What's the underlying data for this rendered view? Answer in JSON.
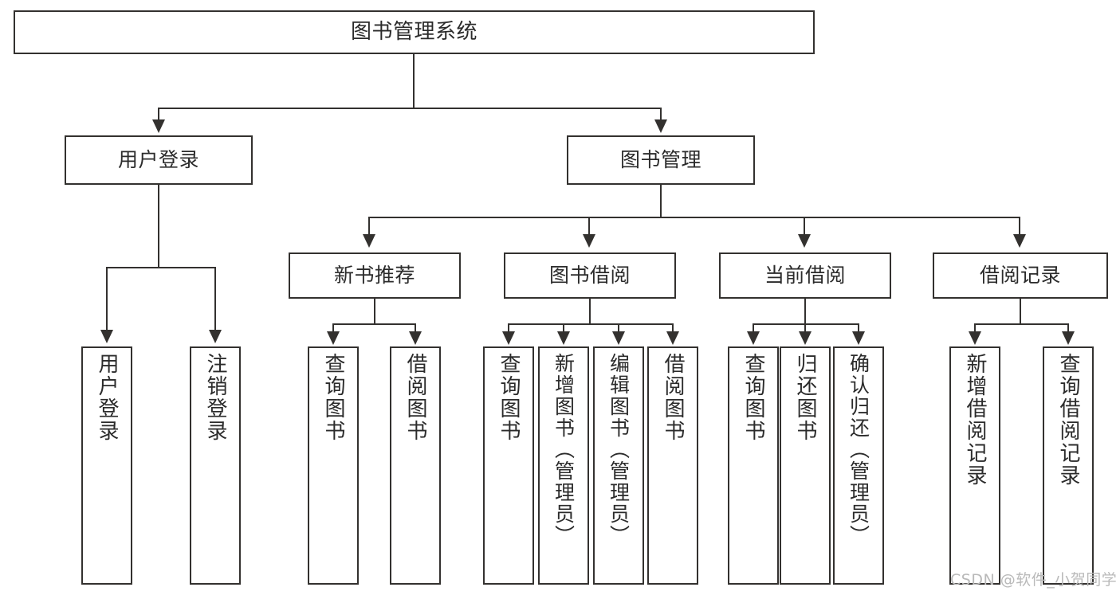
{
  "diagram": {
    "type": "tree-hierarchy-chart",
    "title": "图书管理系统",
    "colors": {
      "box_border": "#33312f",
      "box_fill": "#ffffff",
      "line": "#33312f",
      "text": "#2b2b2b",
      "watermark": "#b9b9b9",
      "background": "#ffffff"
    },
    "root": {
      "label": "图书管理系统"
    },
    "level2": [
      {
        "label": "用户登录"
      },
      {
        "label": "图书管理"
      }
    ],
    "level3": [
      {
        "label": "新书推荐"
      },
      {
        "label": "图书借阅"
      },
      {
        "label": "当前借阅"
      },
      {
        "label": "借阅记录"
      }
    ],
    "leaves": {
      "user_login": [
        {
          "label": "用户登录"
        },
        {
          "label": "注销登录"
        }
      ],
      "new_book_recommend": [
        {
          "label": "查询图书"
        },
        {
          "label": "借阅图书"
        }
      ],
      "book_borrow": [
        {
          "label": "查询图书"
        },
        {
          "label": "新增图书（管理员）"
        },
        {
          "label": "编辑图书（管理员）"
        },
        {
          "label": "借阅图书"
        }
      ],
      "current_borrow": [
        {
          "label": "查询图书"
        },
        {
          "label": "归还图书"
        },
        {
          "label": "确认归还（管理员）"
        }
      ],
      "borrow_record": [
        {
          "label": "新增借阅记录"
        },
        {
          "label": "查询借阅记录"
        }
      ]
    }
  },
  "watermark": {
    "text": "CSDN @软件_小贺同学"
  }
}
